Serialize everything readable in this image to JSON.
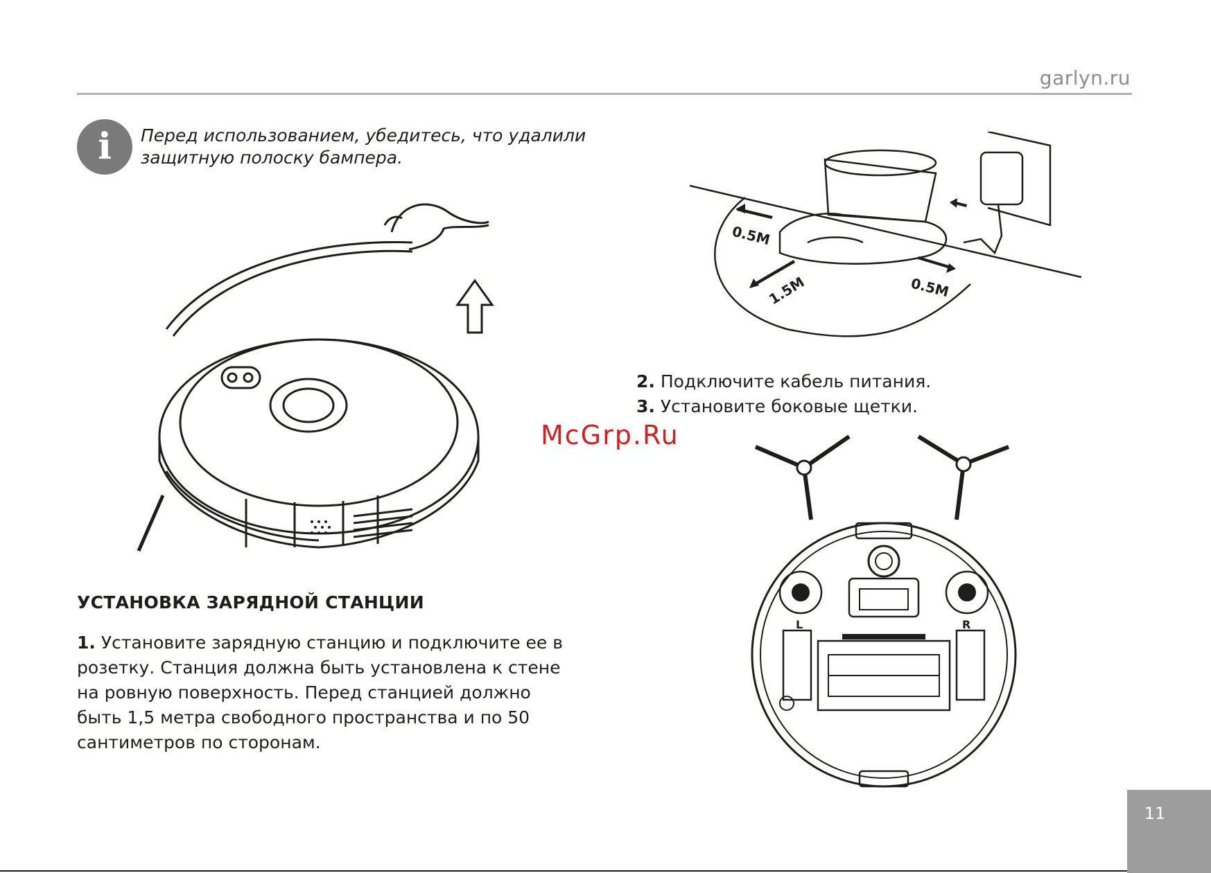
{
  "header": {
    "site": "garlyn.ru"
  },
  "note": {
    "text": "Перед использованием, убедитесь, что удалили защитную полоску бампера.",
    "icon": "info-icon"
  },
  "section": {
    "heading": "УСТАНОВКА ЗАРЯДНОЙ СТАНЦИИ"
  },
  "step1": {
    "num": "1.",
    "text": "Установите зарядную станцию и подключите ее в розетку. Станция должна быть установлена к стене на ровную поверхность. Перед станцией должно быть 1,5 метра свободного пространства и по 50 сантиметров по сторонам."
  },
  "step2": {
    "num": "2.",
    "text": "Подключите кабель питания."
  },
  "step3": {
    "num": "3.",
    "text": "Установите боковые щетки."
  },
  "diagram": {
    "left": "0.5M",
    "front": "1.5M",
    "right": "0.5M"
  },
  "underside": {
    "left": "L",
    "right": "R"
  },
  "watermark": "McGrp.Ru",
  "page": {
    "number": "11"
  },
  "colors": {
    "accent_gray": "#9d9d9d",
    "icon_gray": "#7a7a7a",
    "watermark_red": "#cc2222"
  }
}
